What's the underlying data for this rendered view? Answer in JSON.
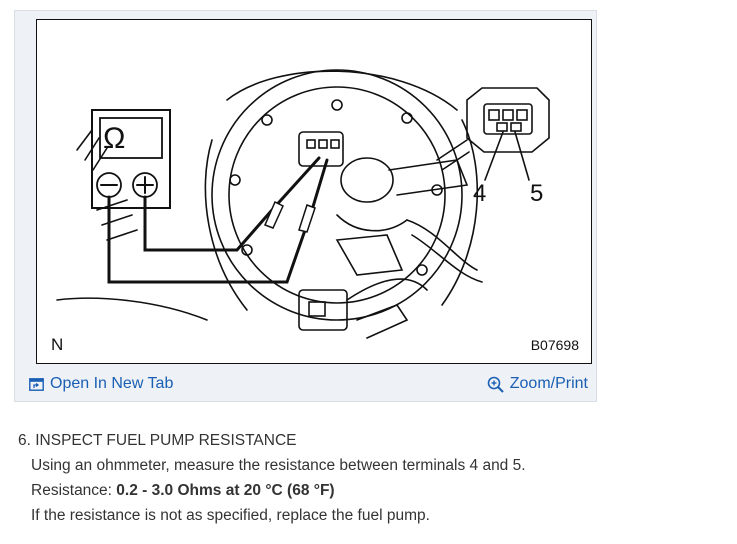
{
  "figure": {
    "orientation_mark": "N",
    "figure_code": "B07698",
    "meter_symbol": "Ω",
    "terminal_left": "4",
    "terminal_right": "5",
    "icons": {
      "open_tab": "open-in-new-tab-icon",
      "zoom": "zoom-magnifier-icon"
    },
    "colors": {
      "link": "#1a5fb4",
      "card_bg": "#eef1f6",
      "line_art": "#111111"
    }
  },
  "actions": {
    "open_new_tab": "Open In New Tab",
    "zoom_print": "Zoom/Print"
  },
  "step": {
    "heading": "6. INSPECT FUEL PUMP RESISTANCE",
    "instruction": "Using an ohmmeter, measure the resistance between terminals 4 and 5.",
    "resistance_label": "Resistance: ",
    "resistance_value": "0.2 - 3.0 Ohms at 20 °C (68 °F)",
    "note": "If the resistance is not as specified, replace the fuel pump."
  }
}
